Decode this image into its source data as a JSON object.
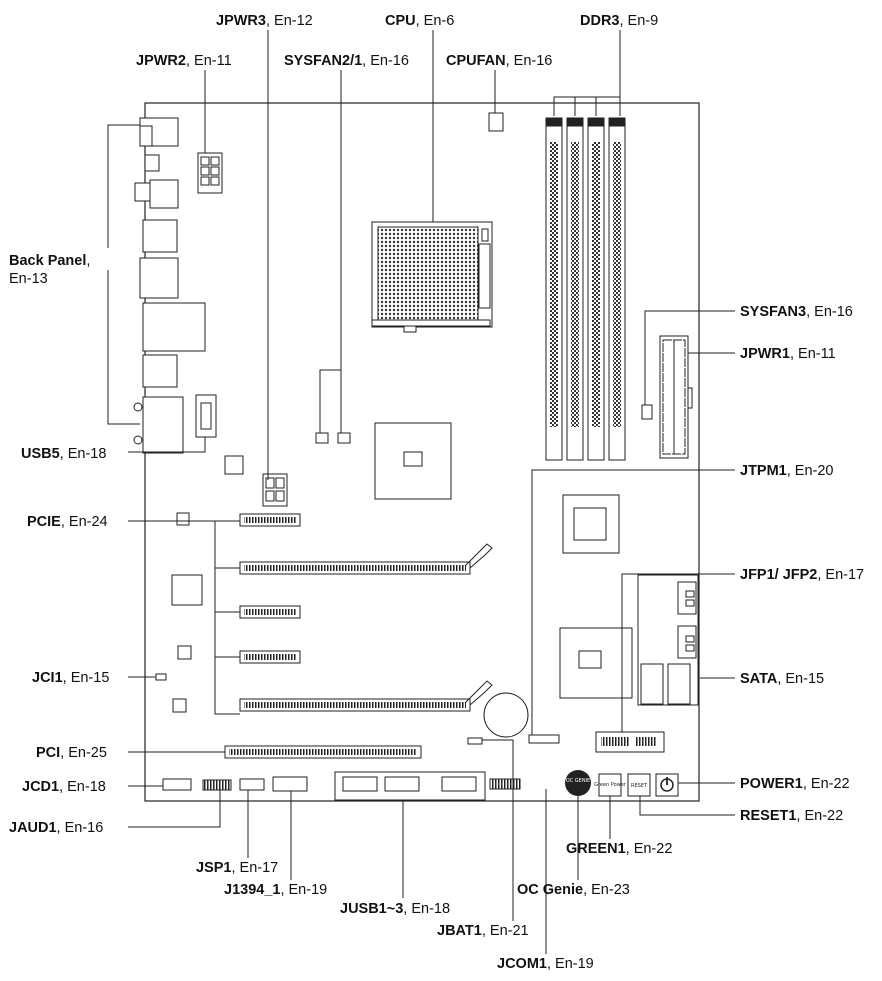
{
  "labels": {
    "jpwr3": {
      "name": "JPWR3",
      "ref": ", En-12"
    },
    "cpu": {
      "name": "CPU",
      "ref": ", En-6"
    },
    "ddr3": {
      "name": "DDR3",
      "ref": ", En-9"
    },
    "jpwr2": {
      "name": "JPWR2",
      "ref": ", En-11"
    },
    "sysfan21": {
      "name": "SYSFAN2/1",
      "ref": ", En-16"
    },
    "cpufan": {
      "name": "CPUFAN",
      "ref": ", En-16"
    },
    "backpanel": {
      "name": "Back Panel",
      "ref": ",",
      "ref2": "En-13"
    },
    "sysfan3": {
      "name": "SYSFAN3",
      "ref": ", En-16"
    },
    "jpwr1": {
      "name": "JPWR1",
      "ref": ", En-11"
    },
    "usb5": {
      "name": "USB5",
      "ref": ", En-18"
    },
    "jtpm1": {
      "name": "JTPM1",
      "ref": ", En-20"
    },
    "pcie": {
      "name": "PCIE",
      "ref": ", En-24"
    },
    "jfp": {
      "name": "JFP1/ JFP2",
      "ref": ", En-17"
    },
    "jci1": {
      "name": "JCI1",
      "ref": ", En-15"
    },
    "sata": {
      "name": "SATA",
      "ref": ", En-15"
    },
    "pci": {
      "name": "PCI",
      "ref": ", En-25"
    },
    "jcd1": {
      "name": "JCD1",
      "ref": ", En-18"
    },
    "power1": {
      "name": "POWER1",
      "ref": ", En-22"
    },
    "reset1": {
      "name": "RESET1",
      "ref": ", En-22"
    },
    "jaud1": {
      "name": "JAUD1",
      "ref": ", En-16"
    },
    "green1": {
      "name": "GREEN1",
      "ref": ", En-22"
    },
    "jsp1": {
      "name": "JSP1",
      "ref": ", En-17"
    },
    "j1394": {
      "name": "J1394_1",
      "ref": ", En-19"
    },
    "ocgenie": {
      "name": "OC Genie",
      "ref": ", En-23"
    },
    "jusb": {
      "name": "JUSB1~3",
      "ref": ", En-18"
    },
    "jbat1": {
      "name": "JBAT1",
      "ref": ", En-21"
    },
    "jcom1": {
      "name": "JCOM1",
      "ref": ", En-19"
    }
  },
  "board_marks": {
    "green_button": "Green Power",
    "reset_button": "RESET",
    "oc_button": "OC GENIE"
  }
}
